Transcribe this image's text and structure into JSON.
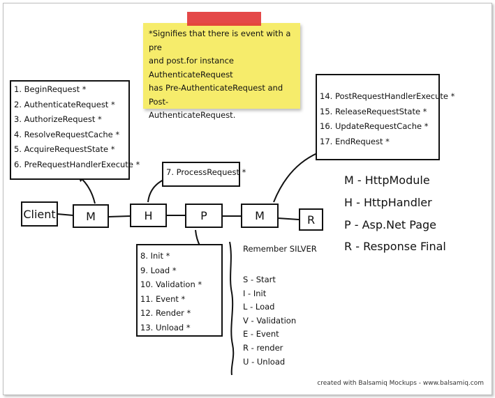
{
  "note": {
    "lines": [
      "*Signifies that there is event with a pre",
      "and post.for instance",
      "AuthenticateRequest",
      "has Pre-AuthenticateRequest and Post-",
      "AuthenticateRequest."
    ]
  },
  "module_events_begin": [
    "1. BeginRequest *",
    "2. AuthenticateRequest *",
    "3. AuthorizeRequest *",
    "4. ResolveRequestCache *",
    "5. AcquireRequestState *",
    "6. PreRequestHandlerExecute *"
  ],
  "handler_event": "7. ProcessRequest *",
  "module_events_end": [
    "14. PostRequestHandlerExecute *",
    "15. ReleaseRequestState *",
    "16. UpdateRequestCache *",
    "17. EndRequest *"
  ],
  "page_events": [
    "8. Init *",
    "9. Load *",
    "10. Validation *",
    "11. Event *",
    "12. Render *",
    "13. Unload *"
  ],
  "pipeline": {
    "client": "Client",
    "m1": "M",
    "h": "H",
    "p": "P",
    "m2": "M",
    "r": "R"
  },
  "legend": [
    "M - HttpModule",
    "H - HttpHandler",
    "P - Asp.Net Page",
    "R - Response  Final"
  ],
  "silver": {
    "title": "Remember SILVER",
    "items": [
      "S - Start",
      "I - Init",
      "L - Load",
      "V - Validation",
      "E - Event",
      "R - render",
      "U - Unload"
    ]
  },
  "footer": "created with Balsamiq Mockups - www.balsamiq.com",
  "colors": {
    "sticky_note": "#f6ec6b",
    "tape": "#e23838",
    "ink": "#111111"
  }
}
